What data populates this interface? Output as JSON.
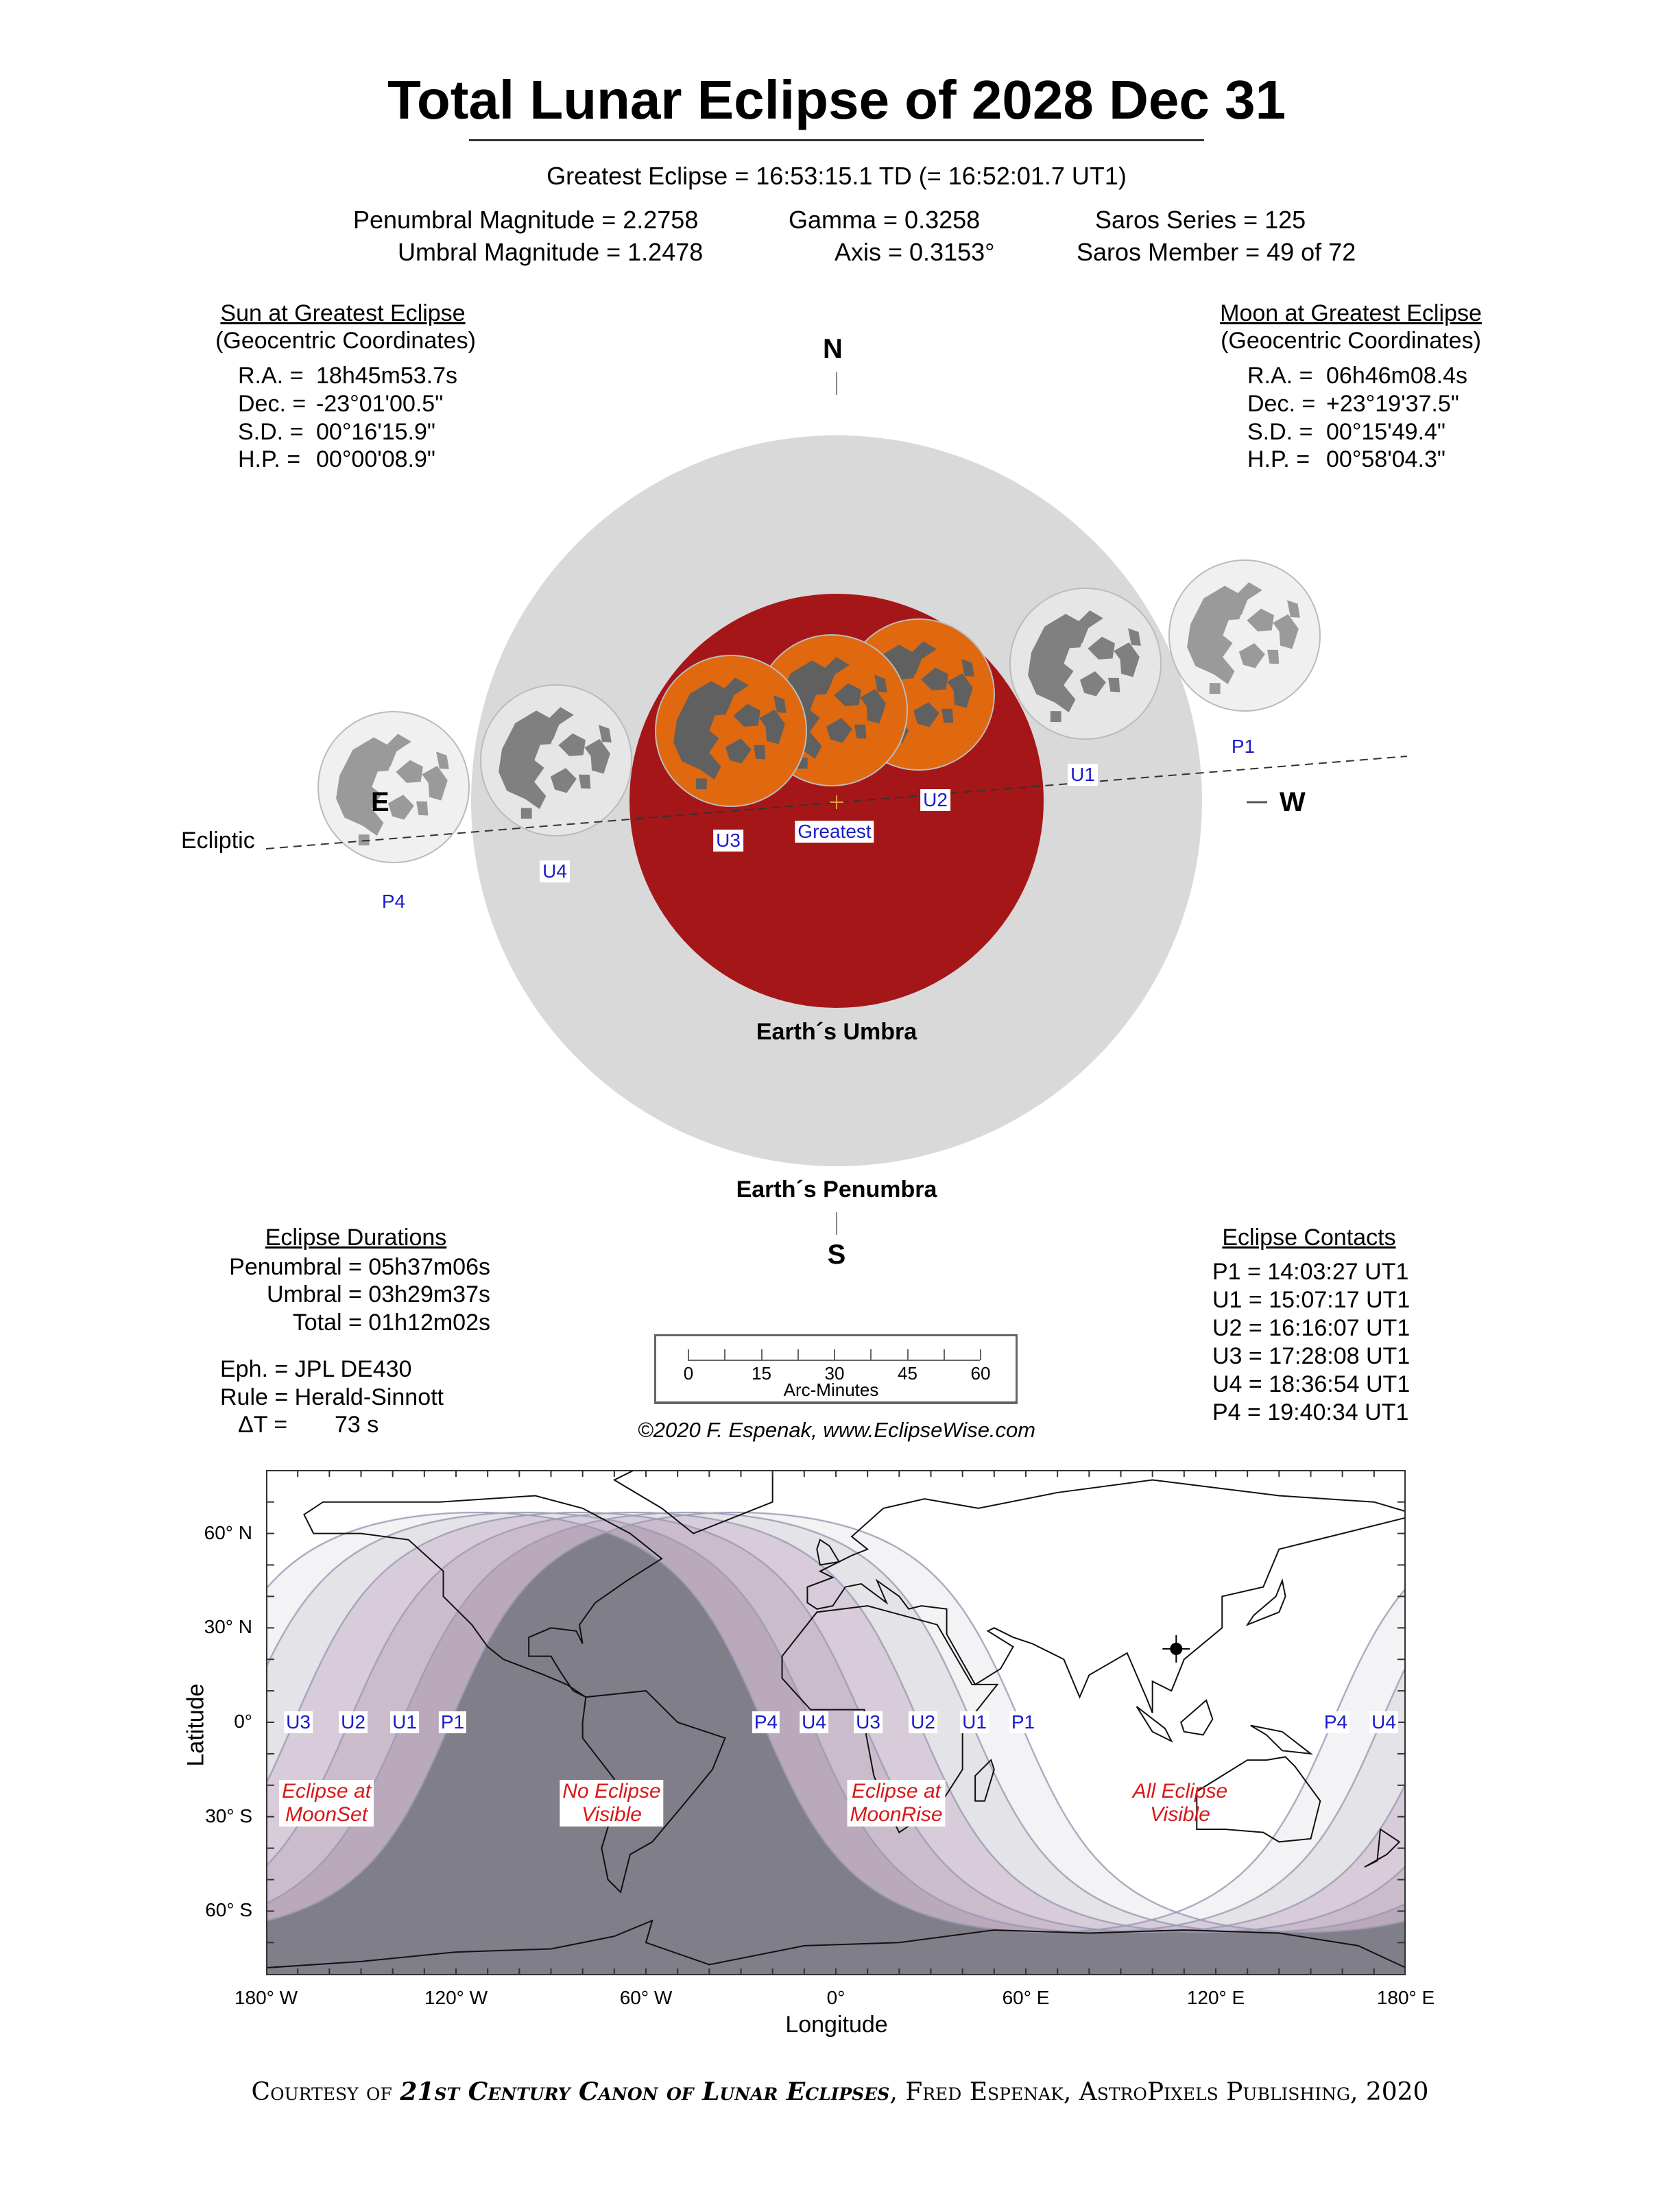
{
  "title": "Total Lunar Eclipse of  2028 Dec 31",
  "greatest": "Greatest Eclipse =  16:53:15.1 TD   (= 16:52:01.7 UT1)",
  "params": {
    "penumbral_magnitude": "Penumbral Magnitude =  2.2758",
    "umbral_magnitude": "Umbral Magnitude =  1.2478",
    "gamma": "Gamma =  0.3258",
    "axis": "Axis =  0.3153°",
    "saros_series": "Saros Series = 125",
    "saros_member": "Saros Member = 49 of 72"
  },
  "sun": {
    "title": "Sun at Greatest Eclipse",
    "subtitle": "(Geocentric Coordinates)",
    "rows": [
      {
        "label": "R.A. =",
        "value": "18h45m53.7s"
      },
      {
        "label": "Dec. =",
        "value": "-23°01'00.5\""
      },
      {
        "label": "S.D. =",
        "value": "00°16'15.9\""
      },
      {
        "label": "H.P. =",
        "value": "00°00'08.9\""
      }
    ]
  },
  "moon": {
    "title": "Moon at Greatest Eclipse",
    "subtitle": "(Geocentric Coordinates)",
    "rows": [
      {
        "label": "R.A. =",
        "value": "06h46m08.4s"
      },
      {
        "label": "Dec. =",
        "value": "+23°19'37.5\""
      },
      {
        "label": "S.D. =",
        "value": "00°15'49.4\""
      },
      {
        "label": "H.P. =",
        "value": "00°58'04.3\""
      }
    ]
  },
  "diagram": {
    "north": "N",
    "south": "S",
    "east": "E",
    "west": "W",
    "ecliptic": "Ecliptic",
    "umbra": "Earth´s Umbra",
    "penumbra": "Earth´s Penumbra",
    "positions": [
      "P4",
      "U4",
      "U3",
      "Greatest",
      "U2",
      "U1",
      "P1"
    ],
    "colors": {
      "penumbra": "#d9d9d9",
      "umbra": "#a51619",
      "eclipsed_moon": "#e0680e"
    }
  },
  "durations": {
    "title": "Eclipse Durations",
    "penumbral": "Penumbral = 05h37m06s",
    "umbral": "Umbral = 03h29m37s",
    "total": "Total = 01h12m02s",
    "eph": "Eph. = JPL DE430",
    "rule": "Rule = Herald-Sinnott",
    "dt_label": "ΔT =",
    "dt_value": "73 s"
  },
  "scale": {
    "ticks": [
      "0",
      "15",
      "30",
      "45",
      "60"
    ],
    "label": "Arc-Minutes"
  },
  "copyright": "©2020  F. Espenak, www.EclipseWise.com",
  "contacts": {
    "title": "Eclipse Contacts",
    "items": [
      {
        "id": "P1",
        "text": "P1 = 14:03:27 UT1",
        "hours": 14.0575
      },
      {
        "id": "U1",
        "text": "U1 = 15:07:17 UT1",
        "hours": 15.1214
      },
      {
        "id": "U2",
        "text": "U2 = 16:16:07 UT1",
        "hours": 16.2686
      },
      {
        "id": "U3",
        "text": "U3 = 17:28:08 UT1",
        "hours": 17.4689
      },
      {
        "id": "U4",
        "text": "U4 = 18:36:54 UT1",
        "hours": 18.615
      },
      {
        "id": "P4",
        "text": "P4 = 19:40:34 UT1",
        "hours": 19.6761
      }
    ]
  },
  "map": {
    "lat_labels": [
      "60° N",
      "30° N",
      "0°",
      "30° S",
      "60° S"
    ],
    "lon_labels": [
      "180° W",
      "120° W",
      "60° W",
      "0°",
      "60° E",
      "120° E",
      "180° E"
    ],
    "xlabel": "Longitude",
    "ylabel": "Latitude",
    "curve_labels_left": [
      "U3",
      "U2",
      "U1",
      "P1"
    ],
    "curve_labels_mid": [
      "P4",
      "U4",
      "U3",
      "U2",
      "U1",
      "P1"
    ],
    "curve_labels_right": [
      "P4",
      "U4"
    ],
    "regions": [
      {
        "l1": "Eclipse at",
        "l2": "MoonSet"
      },
      {
        "l1": "No Eclipse",
        "l2": "Visible"
      },
      {
        "l1": "Eclipse at",
        "l2": "MoonRise"
      },
      {
        "l1": "All Eclipse",
        "l2": "Visible"
      }
    ],
    "shades": [
      "#7f7e89",
      "#b9a9ba",
      "#cbbccc",
      "#d9ccda",
      "#e4e4e8",
      "#f3f3f5",
      "#ffffff"
    ]
  },
  "footer": {
    "a": "Courtesy of ",
    "b": "21st Century Canon of Lunar Eclipses",
    "c": ", Fred Espenak, AstroPixels Publishing, 2020"
  }
}
